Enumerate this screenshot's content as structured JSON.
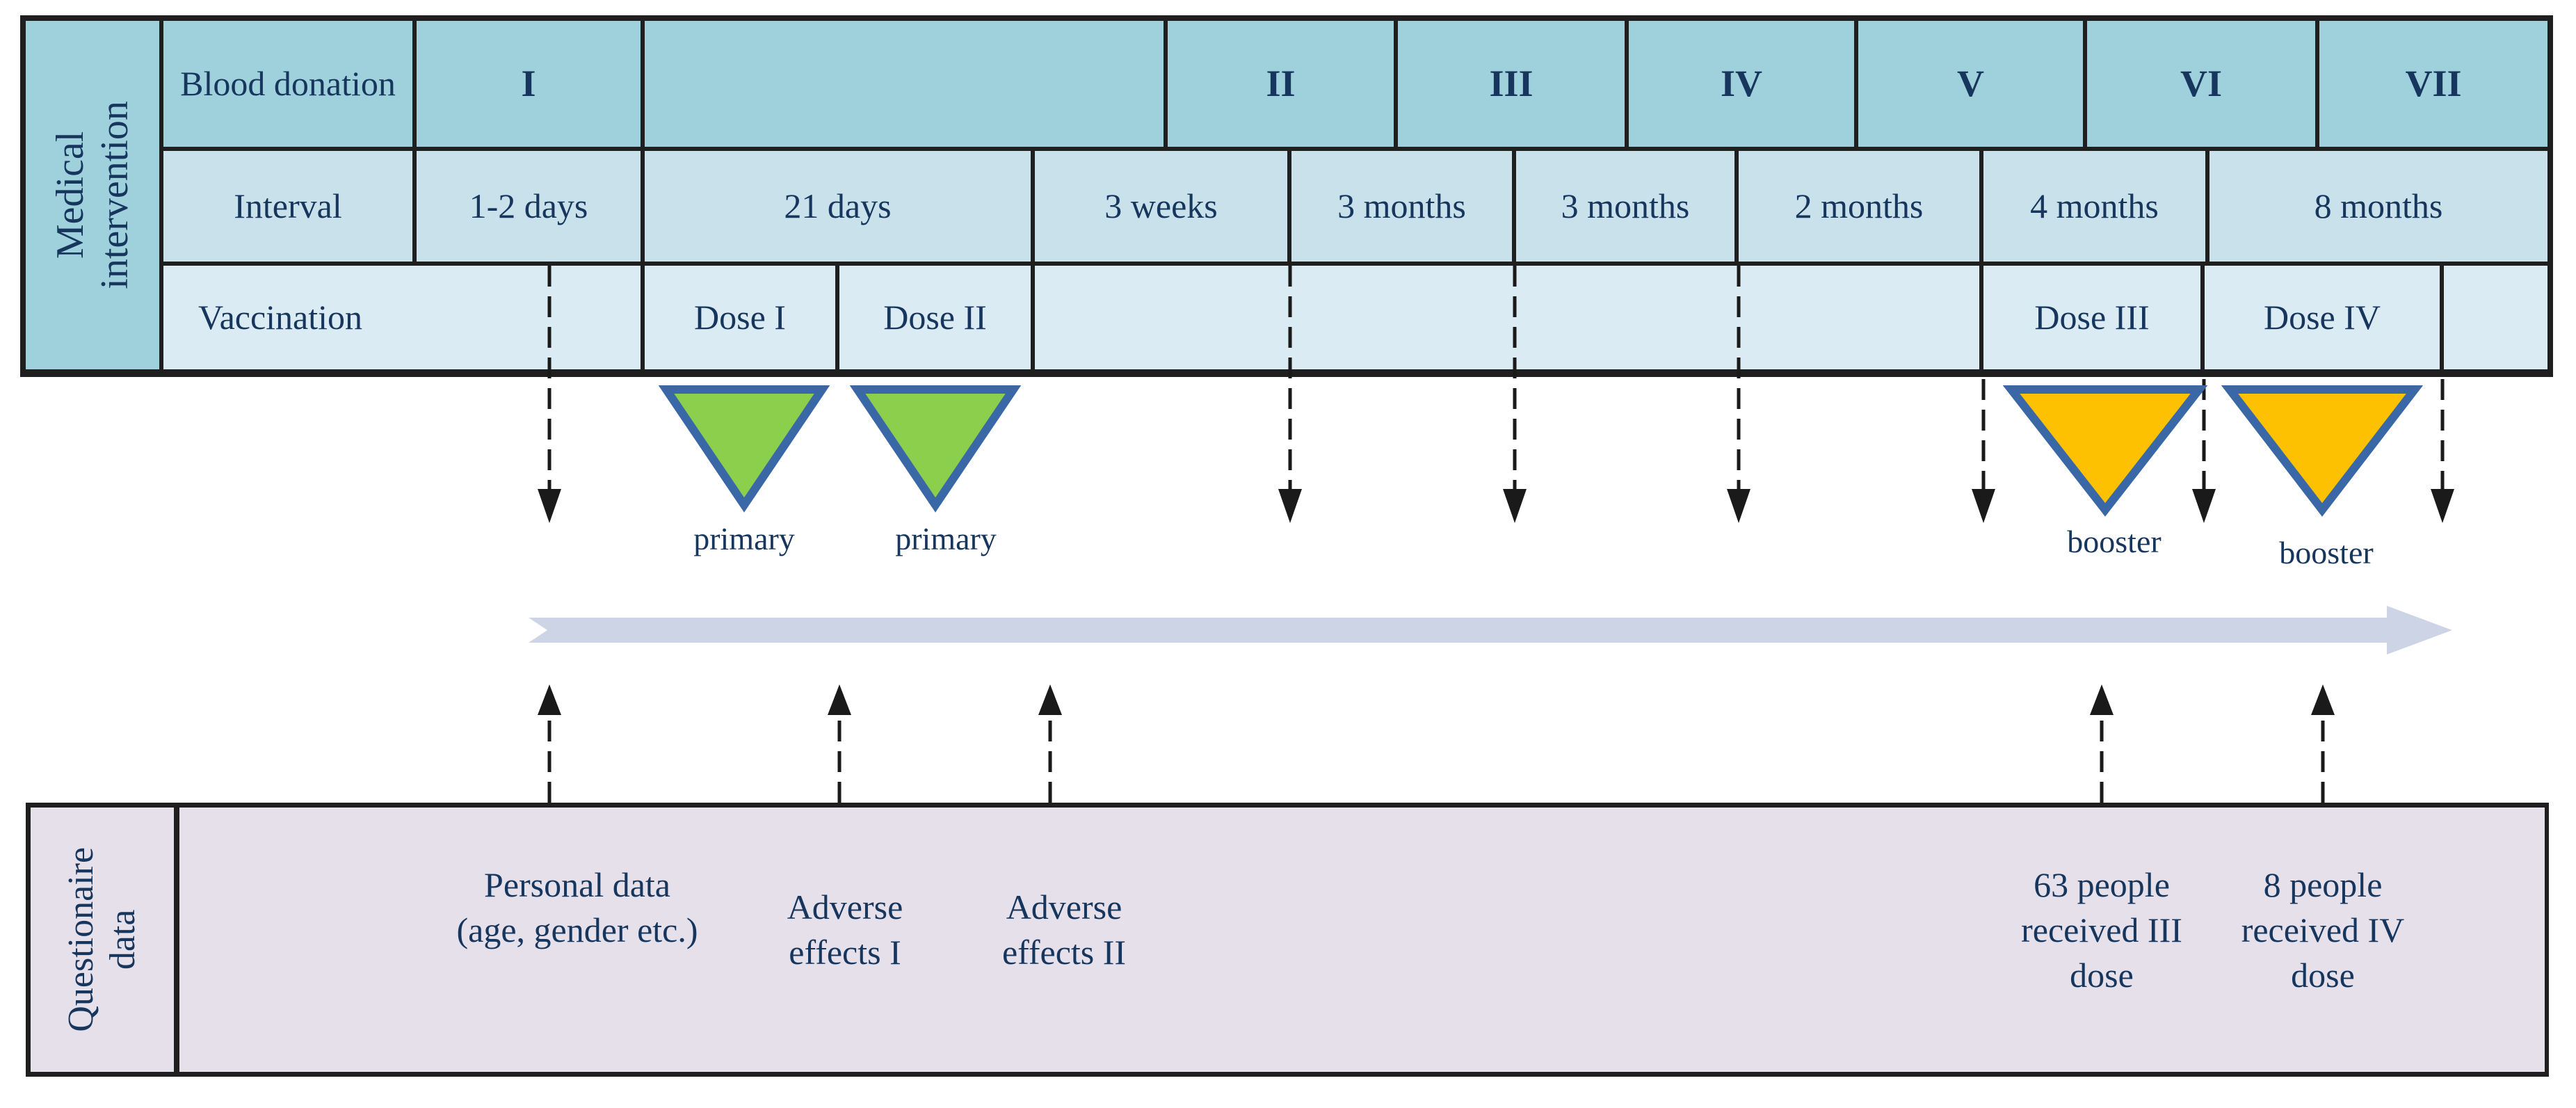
{
  "medical_intervention": {
    "label": "Medical intervention",
    "blood_donation_header": "Blood donation",
    "donations": [
      "I",
      "II",
      "III",
      "IV",
      "V",
      "VI",
      "VII"
    ],
    "interval_header": "Interval",
    "intervals": [
      "1-2 days",
      "21 days",
      "3 weeks",
      "3 months",
      "3 months",
      "2 months",
      "4 months",
      "8 months"
    ],
    "vaccination_header": "Vaccination",
    "doses": [
      "Dose I",
      "Dose II",
      "Dose III",
      "Dose IV"
    ]
  },
  "markers": {
    "primary_labels": [
      "primary",
      "primary"
    ],
    "booster_labels": [
      "booster",
      "booster"
    ]
  },
  "questionnaire": {
    "label": "Questionaire data",
    "personal_data": "Personal data (age, gender etc.)",
    "adverse_1": "Adverse effects I",
    "adverse_2": "Adverse effects II",
    "dose3_count": "63 people received III dose",
    "dose4_count": "8 people received IV dose"
  },
  "colors": {
    "header_teal": "#9fd1dc",
    "interval_blue": "#c9e1eb",
    "vaccination_blue": "#dbebf3",
    "questionnaire_lavender": "#e6e0eb",
    "primary_green": "#8ccf4d",
    "booster_orange": "#fdc101",
    "triangle_border": "#3a68a6",
    "timeline_blue": "#ccd4e6",
    "text_navy": "#17365d"
  }
}
